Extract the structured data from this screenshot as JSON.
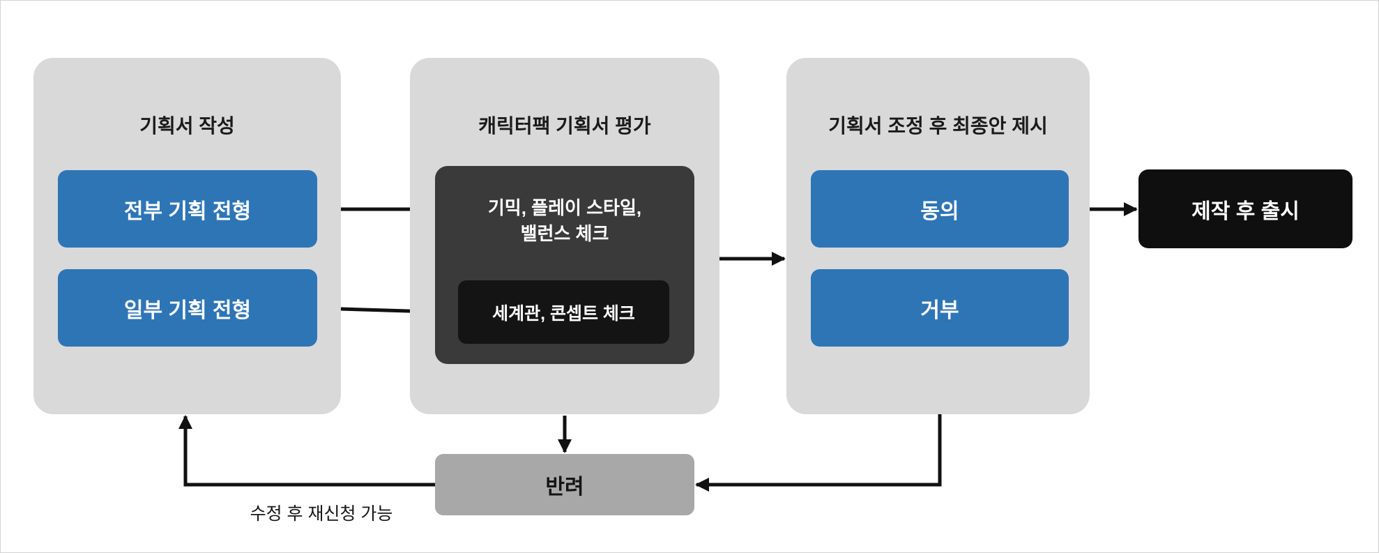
{
  "colors": {
    "accent_blue": "#2e75b6",
    "panel_gray": "#d9d9d9",
    "dark_gray": "#3a3a3a",
    "node_black": "#141414",
    "reject_gray": "#a8a8a8",
    "arrow_black": "#111111"
  },
  "stages": {
    "write": {
      "title": "기획서 작성",
      "options": [
        {
          "label": "전부 기획 전형"
        },
        {
          "label": "일부 기획 전형"
        }
      ]
    },
    "evaluate": {
      "title": "캐릭터팩 기획서 평가",
      "full_check": "기믹, 플레이 스타일,\n밸런스 체크",
      "partial_check": "세계관, 콘셉트 체크"
    },
    "adjust": {
      "title": "기획서 조정 후 최종안 제시",
      "options": [
        {
          "label": "동의"
        },
        {
          "label": "거부"
        }
      ]
    }
  },
  "outcome": {
    "release": "제작 후 출시",
    "reject": "반려"
  },
  "note": {
    "resubmit": "수정 후 재신청 가능"
  }
}
